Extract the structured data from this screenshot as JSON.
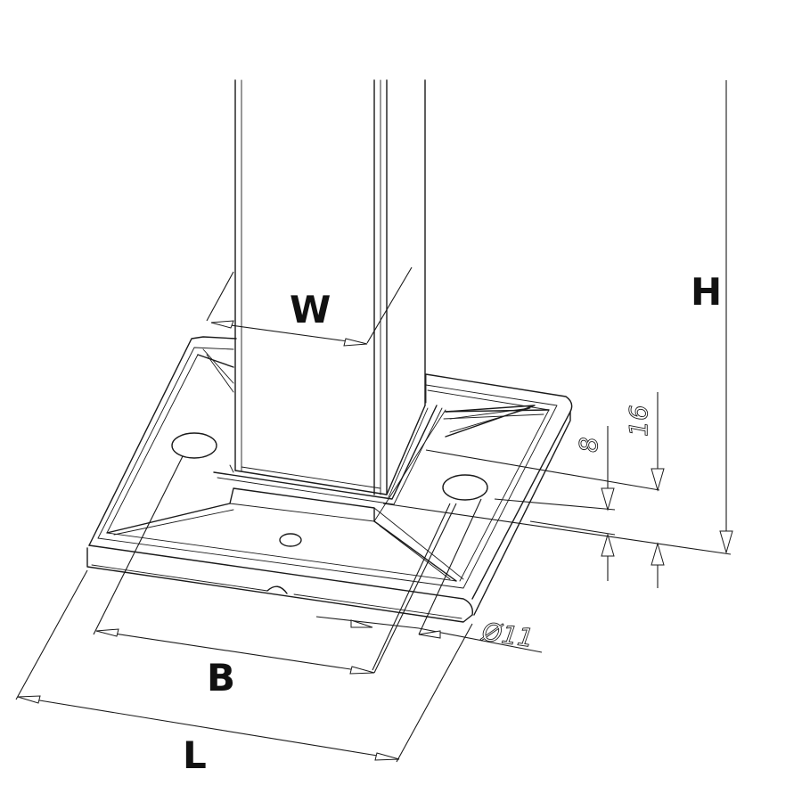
{
  "labels": {
    "W": "W",
    "H": "H",
    "B": "B",
    "L": "L",
    "dim_16": "16",
    "dim_8": "8",
    "dim_hole": "Ø11"
  }
}
